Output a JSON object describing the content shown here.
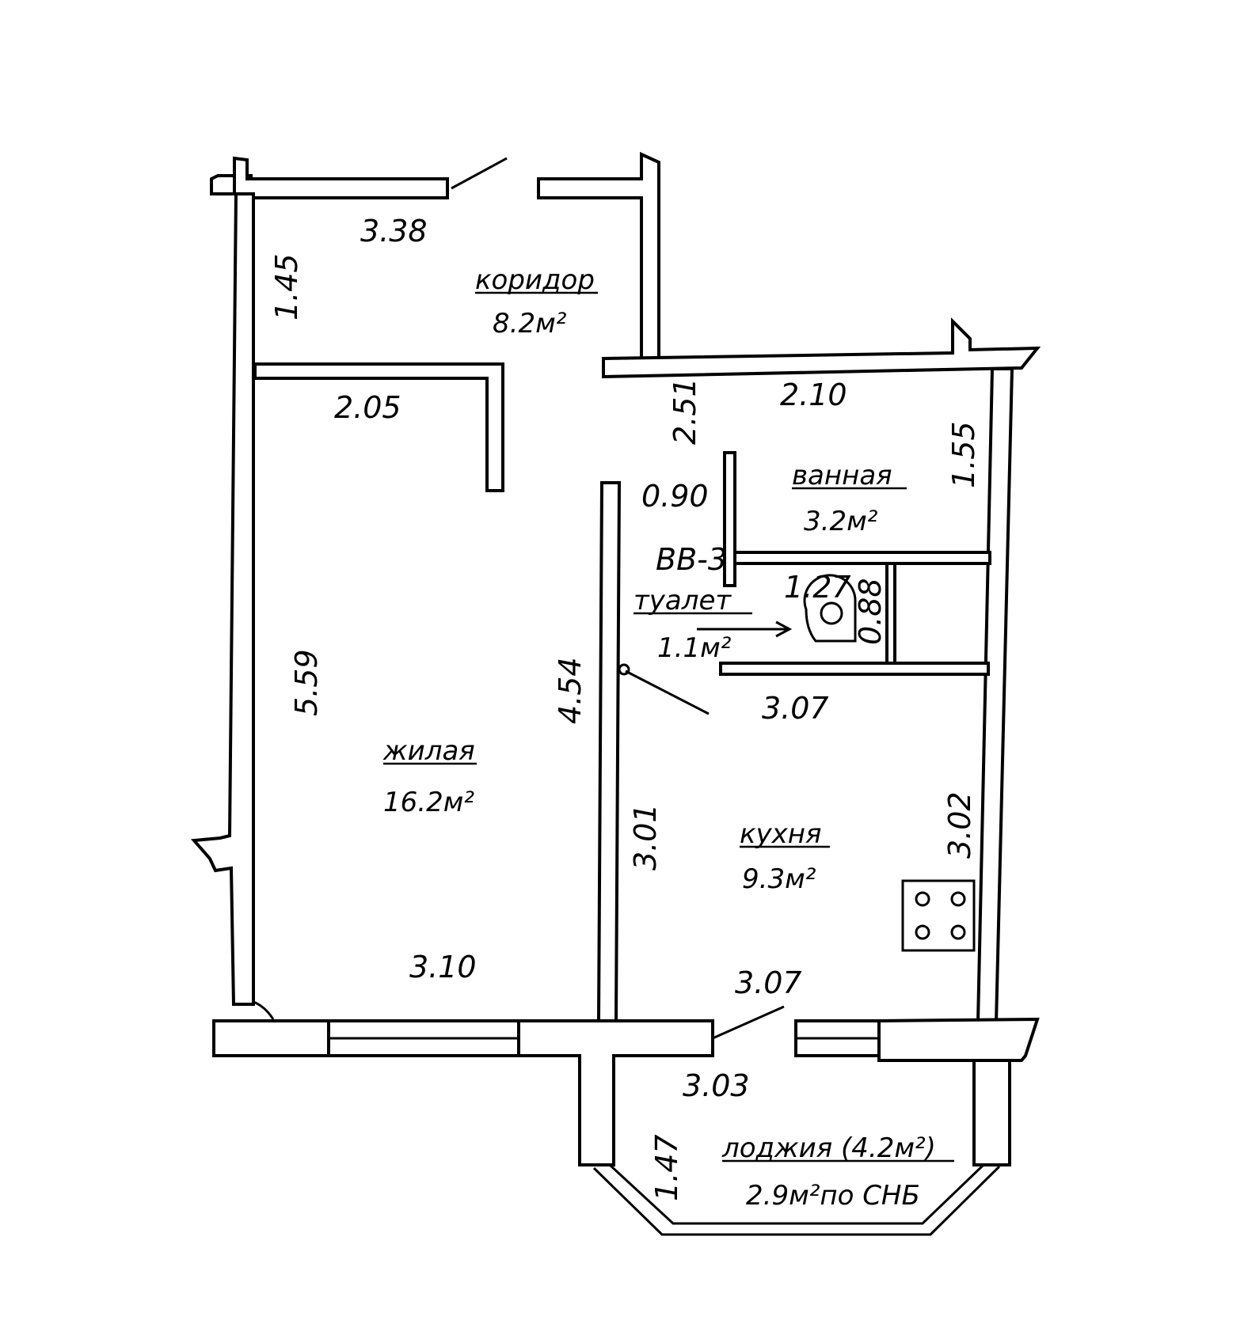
{
  "plan": {
    "rooms": {
      "corridor": {
        "name": "коридор",
        "area": "8.2м²"
      },
      "living": {
        "name": "жилая",
        "area": "16.2м²"
      },
      "bath": {
        "name": "ванная",
        "area": "3.2м²"
      },
      "toilet": {
        "name": "туалет",
        "area": "1.1м²"
      },
      "kitchen": {
        "name": "кухня",
        "area": "9.3м²"
      },
      "loggia": {
        "name": "лоджия (4.2м²)",
        "area": "2.9м²по СНБ"
      }
    },
    "dimensions": {
      "corridor_width": "3.38",
      "corridor_depth": "1.45",
      "closet_width": "2.05",
      "living_height": "5.59",
      "living_width": "3.10",
      "partition_length": "4.54",
      "door_width": "0.90",
      "hall_depth": "2.51",
      "bath_width": "2.10",
      "bath_depth": "1.55",
      "toilet_width": "1.27",
      "toilet_depth": "0.88",
      "kitchen_width_top": "3.07",
      "kitchen_depth_left": "3.01",
      "kitchen_depth_right": "3.02",
      "kitchen_width_bottom": "3.07",
      "loggia_width": "3.03",
      "loggia_depth": "1.47"
    },
    "labels": {
      "ventilation": "ВВ-3"
    }
  }
}
